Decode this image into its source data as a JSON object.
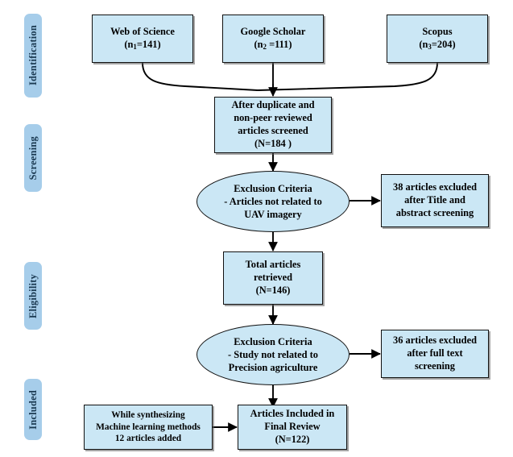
{
  "diagram": {
    "title": "PRISMA article selection flow diagram",
    "colors": {
      "node_fill": "#cbe7f5",
      "node_border": "#111111",
      "stage_fill": "#a6cdea",
      "stage_text": "#1b3a52",
      "connector": "#000000",
      "background": "#ffffff"
    }
  },
  "stages": [
    {
      "id": "identification",
      "label": "Identification"
    },
    {
      "id": "screening",
      "label": "Screening"
    },
    {
      "id": "eligibility",
      "label": "Eligibility"
    },
    {
      "id": "included",
      "label": "Included"
    }
  ],
  "sources": [
    {
      "id": "web-of-science",
      "name": "Web of Science",
      "count_prefix": "(n",
      "count_sub": "1",
      "count_suffix": "=141)"
    },
    {
      "id": "google-scholar",
      "name": "Google Scholar",
      "count_prefix": "(n",
      "count_sub": "2",
      "count_suffix": " =111)"
    },
    {
      "id": "scopus",
      "name": "Scopus",
      "count_prefix": "(n",
      "count_sub": "3",
      "count_suffix": "=204)"
    }
  ],
  "nodes": {
    "duplicates_screened": {
      "line1": "After duplicate and",
      "line2": "non-peer reviewed",
      "line3": "articles screened",
      "line4": "(N=184 )"
    },
    "exclusion_one": {
      "line1": "Exclusion Criteria",
      "line2": "- Articles not related to",
      "line3": "UAV imagery"
    },
    "excluded_title_abstract": {
      "line1": "38 articles excluded",
      "line2": "after Title and",
      "line3": "abstract screening"
    },
    "total_retrieved": {
      "line1": "Total articles",
      "line2": "retrieved",
      "line3": "(N=146)"
    },
    "exclusion_two": {
      "line1": "Exclusion Criteria",
      "line2": "- Study not related to",
      "line3": "Precision agriculture"
    },
    "excluded_full_text": {
      "line1": "36 articles excluded",
      "line2": "after full text",
      "line3": "screening"
    },
    "hand_added": {
      "line1": "While synthesizing",
      "line2": "Machine learning methods",
      "line3": "12 articles added"
    },
    "final_included": {
      "line1": "Articles Included in",
      "line2": "Final Review",
      "line3": "(N=122)"
    }
  },
  "chart_data": {
    "type": "diagram",
    "title": "PRISMA flow of article identification, screening, eligibility and inclusion",
    "counts": {
      "web_of_science": 141,
      "google_scholar": 111,
      "scopus": 204,
      "after_duplicate_and_non_peer_reviewed_screened": 184,
      "excluded_after_title_and_abstract_screening": 38,
      "total_articles_retrieved": 146,
      "excluded_after_full_text_screening": 36,
      "articles_added_while_synthesizing": 12,
      "articles_included_in_final_review": 122
    }
  }
}
